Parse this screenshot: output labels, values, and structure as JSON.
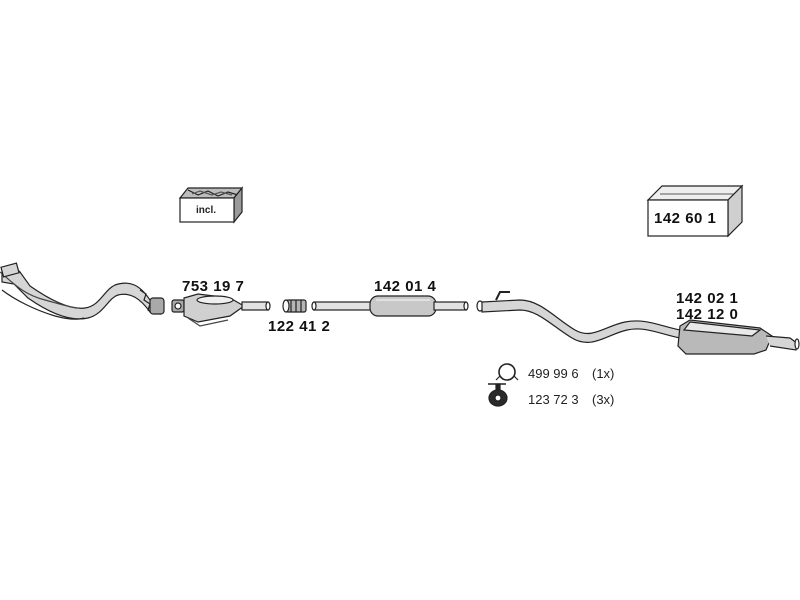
{
  "kit_box": {
    "label": "incl."
  },
  "box_part": {
    "number": "142 60 1"
  },
  "parts": {
    "catalytic_converter": "753 19 7",
    "connector": "122 41 2",
    "middle_silencer": "142 01 4",
    "rear_silencer_a": "142 02 1",
    "rear_silencer_b": "142 12 0"
  },
  "accessories": [
    {
      "number": "499 99 6",
      "qty": "(1x)",
      "icon": "clamp-ring-icon"
    },
    {
      "number": "123 72 3",
      "qty": "(3x)",
      "icon": "rubber-hanger-icon"
    }
  ],
  "colors": {
    "ink": "#222222",
    "pipe_fill": "#d6d6d6",
    "dark_fill": "#8a8a8a"
  }
}
